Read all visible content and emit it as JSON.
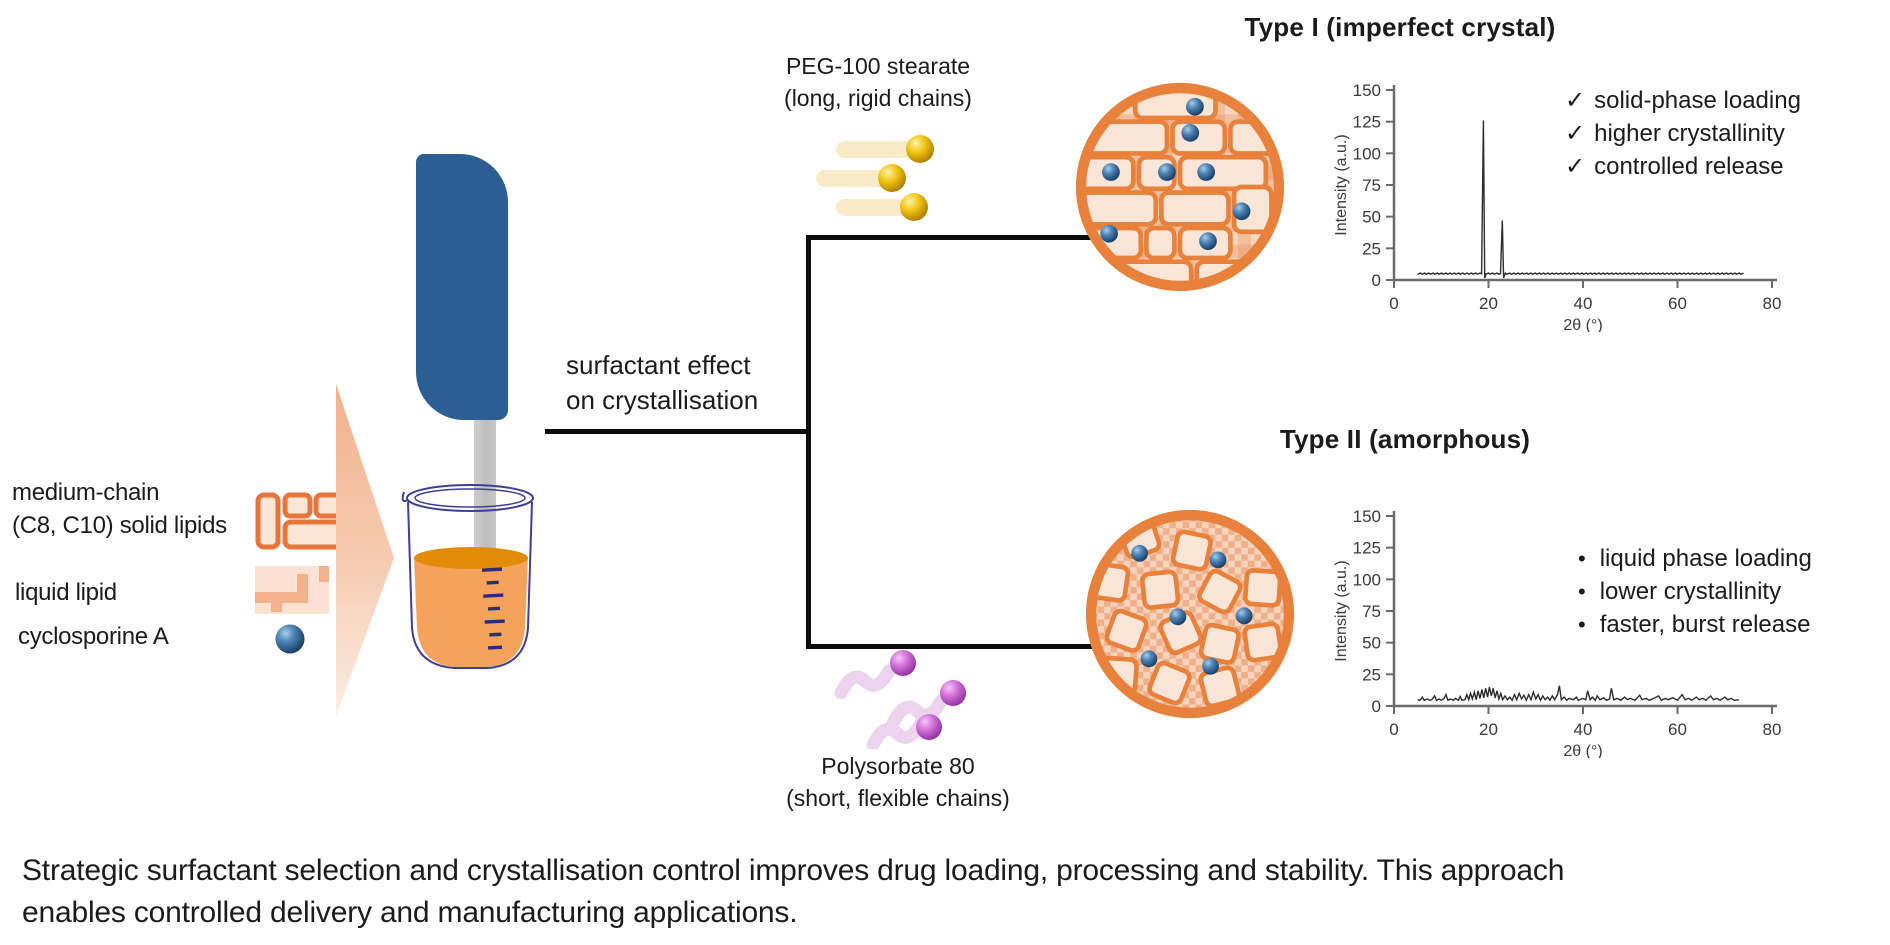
{
  "accent_colors": {
    "orange_outline": "#E8813B",
    "peach_fill": "#FBE5D6",
    "device_blue": "#2B5F94",
    "drug_sphere_blue": "#2D6098",
    "peg_gold": "#F2C412",
    "polysorbate_pink": "#D26FD8",
    "liquid_orange": "#F5A35C",
    "branch_line_black": "#0C0C0C"
  },
  "inputs": {
    "solid_lipids_line1": "medium-chain",
    "solid_lipids_line2": "(C8, C10) solid lipids",
    "liquid_lipid_label": "liquid lipid",
    "cyclosporine_label": "cyclosporine A"
  },
  "process": {
    "label_line1": "surfactant effect",
    "label_line2": "on crystallisation"
  },
  "top_branch": {
    "surfactant_line1": "PEG-100 stearate",
    "surfactant_line2": "(long, rigid chains)",
    "title": "Type I (imperfect crystal)",
    "feature_marker": "✓",
    "features": [
      "solid-phase loading",
      "higher crystallinity",
      "controlled release"
    ]
  },
  "bottom_branch": {
    "surfactant_line1": "Polysorbate 80",
    "surfactant_line2": "(short, flexible chains)",
    "title": "Type II (amorphous)",
    "feature_marker": "•",
    "features": [
      "liquid phase loading",
      "lower crystallinity",
      "faster, burst release"
    ]
  },
  "caption": {
    "line1": "Strategic surfactant selection and crystallisation control improves drug loading, processing and stability. This approach",
    "line2": "enables controlled delivery and manufacturing applications."
  },
  "chart_data": [
    {
      "type": "line",
      "panel": "Type I (imperfect crystal)",
      "xlabel": "2θ  (°)",
      "ylabel": "Intensity (a.u.)",
      "xlim": [
        0,
        80
      ],
      "ylim": [
        0,
        150
      ],
      "x_ticks": [
        0,
        20,
        40,
        60,
        80
      ],
      "y_ticks": [
        0,
        25,
        50,
        75,
        100,
        125,
        150
      ],
      "x_range_of_data": [
        5,
        74
      ],
      "baseline_intensity": 5,
      "peaks": [
        {
          "two_theta": 19,
          "intensity": 126
        },
        {
          "two_theta": 23,
          "intensity": 47
        }
      ]
    },
    {
      "type": "line",
      "panel": "Type II (amorphous)",
      "xlabel": "2θ  (°)",
      "ylabel": "Intensity (a.u.)",
      "xlim": [
        0,
        80
      ],
      "ylim": [
        0,
        150
      ],
      "x_ticks": [
        0,
        20,
        40,
        60,
        80
      ],
      "y_ticks": [
        0,
        25,
        50,
        75,
        100,
        125,
        150
      ],
      "points": [
        [
          5,
          5
        ],
        [
          5.5,
          4.5
        ],
        [
          6,
          7
        ],
        [
          6.4,
          4.5
        ],
        [
          7,
          5.5
        ],
        [
          7.6,
          4.5
        ],
        [
          8,
          5
        ],
        [
          8.6,
          8
        ],
        [
          9,
          4.5
        ],
        [
          9.6,
          5.5
        ],
        [
          10,
          4.5
        ],
        [
          10.6,
          6
        ],
        [
          11,
          9
        ],
        [
          11.4,
          4.5
        ],
        [
          12,
          5.5
        ],
        [
          12.6,
          4.5
        ],
        [
          13,
          6
        ],
        [
          13.6,
          4.5
        ],
        [
          14,
          7.5
        ],
        [
          14.4,
          4.5
        ],
        [
          15,
          5
        ],
        [
          15.4,
          9
        ],
        [
          15.8,
          5
        ],
        [
          16.2,
          10
        ],
        [
          16.6,
          5.5
        ],
        [
          17,
          11
        ],
        [
          17.4,
          5
        ],
        [
          17.8,
          12
        ],
        [
          18.2,
          6
        ],
        [
          18.6,
          13
        ],
        [
          19,
          6.5
        ],
        [
          19.4,
          14
        ],
        [
          19.8,
          7
        ],
        [
          20.2,
          15
        ],
        [
          20.6,
          8
        ],
        [
          21,
          14
        ],
        [
          21.4,
          6.5
        ],
        [
          21.8,
          12
        ],
        [
          22.2,
          5.5
        ],
        [
          22.6,
          10
        ],
        [
          23,
          5
        ],
        [
          23.5,
          8
        ],
        [
          24,
          5
        ],
        [
          24.5,
          7
        ],
        [
          25,
          4.5
        ],
        [
          25.5,
          9
        ],
        [
          26,
          5
        ],
        [
          26.5,
          10
        ],
        [
          27,
          5.5
        ],
        [
          27.5,
          8.5
        ],
        [
          28,
          4.5
        ],
        [
          28.5,
          9
        ],
        [
          29,
          5
        ],
        [
          29.5,
          11
        ],
        [
          30,
          5.5
        ],
        [
          30.5,
          9
        ],
        [
          31,
          4.5
        ],
        [
          31.5,
          8
        ],
        [
          32,
          5
        ],
        [
          32.5,
          7
        ],
        [
          33,
          4.5
        ],
        [
          33.5,
          8
        ],
        [
          34,
          5
        ],
        [
          34.6,
          9
        ],
        [
          35,
          16
        ],
        [
          35.4,
          5
        ],
        [
          36,
          7
        ],
        [
          36.6,
          4.5
        ],
        [
          37,
          6
        ],
        [
          38,
          5
        ],
        [
          38.6,
          7
        ],
        [
          39,
          4.5
        ],
        [
          40,
          6
        ],
        [
          40.6,
          5
        ],
        [
          41,
          12
        ],
        [
          41.5,
          5
        ],
        [
          42,
          7
        ],
        [
          42.6,
          4.5
        ],
        [
          43,
          8
        ],
        [
          43.6,
          5
        ],
        [
          44.4,
          6.5
        ],
        [
          45,
          4.5
        ],
        [
          45.6,
          5.5
        ],
        [
          46,
          14
        ],
        [
          46.5,
          5
        ],
        [
          47.2,
          6
        ],
        [
          48,
          4.5
        ],
        [
          48.8,
          7
        ],
        [
          49.4,
          5
        ],
        [
          50,
          6
        ],
        [
          51,
          4.5
        ],
        [
          52,
          8.5
        ],
        [
          52.5,
          5
        ],
        [
          53.4,
          6
        ],
        [
          54,
          4.5
        ],
        [
          55,
          6
        ],
        [
          56,
          8
        ],
        [
          56.6,
          4.5
        ],
        [
          57.4,
          6
        ],
        [
          58,
          5
        ],
        [
          59,
          6.5
        ],
        [
          60,
          4.5
        ],
        [
          61,
          9
        ],
        [
          61.6,
          5
        ],
        [
          62.4,
          6
        ],
        [
          63,
          4.5
        ],
        [
          64,
          7
        ],
        [
          64.6,
          5
        ],
        [
          65.4,
          6
        ],
        [
          66,
          4.5
        ],
        [
          67,
          8
        ],
        [
          67.6,
          5
        ],
        [
          68.4,
          6
        ],
        [
          69,
          4.5
        ],
        [
          70,
          7
        ],
        [
          70.6,
          5
        ],
        [
          71.4,
          6
        ],
        [
          72,
          4.5
        ],
        [
          73,
          5
        ]
      ]
    }
  ]
}
